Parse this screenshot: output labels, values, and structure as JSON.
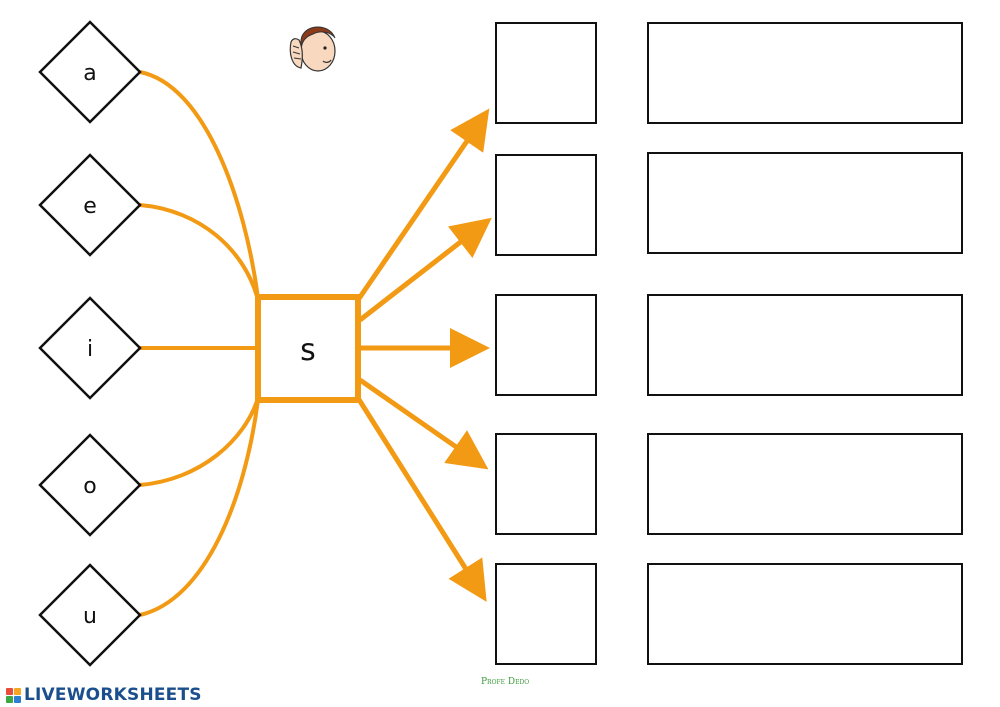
{
  "worksheet": {
    "vowels": [
      "a",
      "e",
      "i",
      "o",
      "u"
    ],
    "center_letter": "s",
    "rows": 5,
    "connector_color": "#f39a14",
    "listen_icon": "listening-ear-icon"
  },
  "footer": {
    "brand": "LIVEWORKSHEETS",
    "brand_color": "#1a4e8c",
    "logo_colors": [
      "#e84c3d",
      "#f5a623",
      "#3aa845",
      "#2c7fd1"
    ],
    "credit": "Profe Dedo"
  }
}
